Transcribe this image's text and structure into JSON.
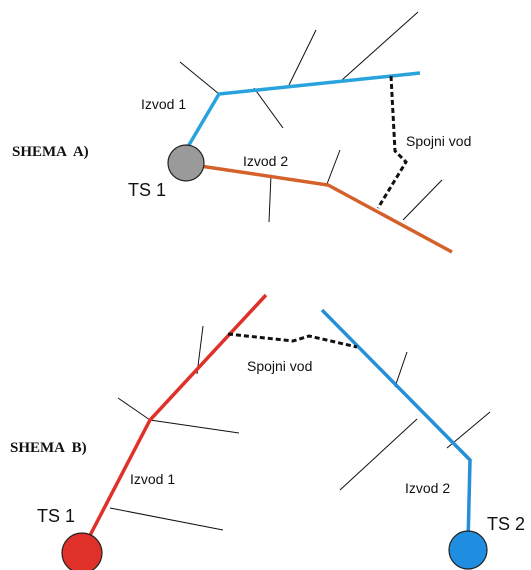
{
  "scheme_a": {
    "title": "SHEMA  A)",
    "substation": "TS 1",
    "feeder_1": "Izvod 1",
    "feeder_2": "Izvod 2",
    "tie_line": "Spojni vod",
    "colors": {
      "feeder_1": "#29a3dd",
      "feeder_2": "#d4602a",
      "substation": "#9a9a9a"
    }
  },
  "scheme_b": {
    "title": "SHEMA  B)",
    "substation_1": "TS 1",
    "substation_2": "TS 2",
    "feeder_1": "Izvod 1",
    "feeder_2": "Izvod 2",
    "tie_line": "Spojni vod",
    "colors": {
      "feeder_1": "#e0302a",
      "feeder_2": "#2590d8",
      "substation_1": "#e0302a",
      "substation_2": "#1f8ee0"
    }
  }
}
